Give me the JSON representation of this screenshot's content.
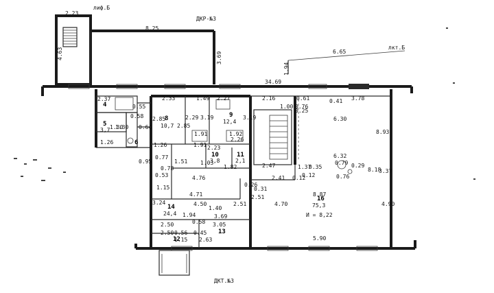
{
  "plan": {
    "annotations": {
      "top_left_width": "2.23",
      "top_left_tag": "лиф.Б",
      "left_height": "4.63",
      "span_top": "8.25",
      "top_middle_tag": "ДКР-№3",
      "vertical_mid": "3.69",
      "right_tag": "лкт.Б",
      "right_span": "6.65",
      "riser_height": "1.94",
      "wall_span": "34.69",
      "bottom_tag": "ДКТ.№3"
    },
    "dimensions": [
      "2.37",
      "1.30",
      "0.55",
      "0.58",
      "2.33",
      "1.49",
      "2.27",
      "2.16",
      "0.41",
      "3.78",
      "0.61",
      "0.76",
      "2.85",
      "2.85",
      "2.29",
      "3.19",
      "3.19",
      "1.91",
      "1.92",
      "1.91",
      "2.26",
      "0.25",
      "1.00",
      "6.30",
      "8.93",
      "1.30",
      "0.64",
      "1.26",
      "1.26",
      "2.23",
      "1.03",
      "0.95",
      "6.32",
      "0.79",
      "0.29",
      "8.18",
      "3.37",
      "4.76",
      "2.47",
      "1.37",
      "0.35",
      "0.77",
      "0.76",
      "0.78",
      "0.53",
      "1.51",
      "2.51",
      "1.15",
      "0.26",
      "0.31",
      "2.41",
      "0.12",
      "4.71",
      "4.50",
      "1.40",
      "3.24",
      "1.94",
      "2.50",
      "3.05",
      "2.50",
      "0.56",
      "0.58",
      "3.69",
      "1.15",
      "0.45",
      "2.63",
      "4.70",
      "8.87",
      "4.90",
      "5.90",
      "1.82",
      "0.12",
      "2.51"
    ],
    "rooms": [
      {
        "number": "4",
        "area": ""
      },
      {
        "number": "5",
        "area": "3,7"
      },
      {
        "number": "6",
        "area": ""
      },
      {
        "number": "8",
        "area": "10,7"
      },
      {
        "number": "9",
        "area": "12,4"
      },
      {
        "number": "10",
        "area": "3,8"
      },
      {
        "number": "11",
        "area": "2,1"
      },
      {
        "number": "14",
        "area": "24,4"
      },
      {
        "number": "13",
        "area": ""
      },
      {
        "number": "12",
        "area": ""
      },
      {
        "number": "16",
        "area": "75,3"
      }
    ],
    "note": "И = 8,22"
  },
  "colors": {
    "ink": "#1a1a1a",
    "paper": "#ffffff"
  }
}
